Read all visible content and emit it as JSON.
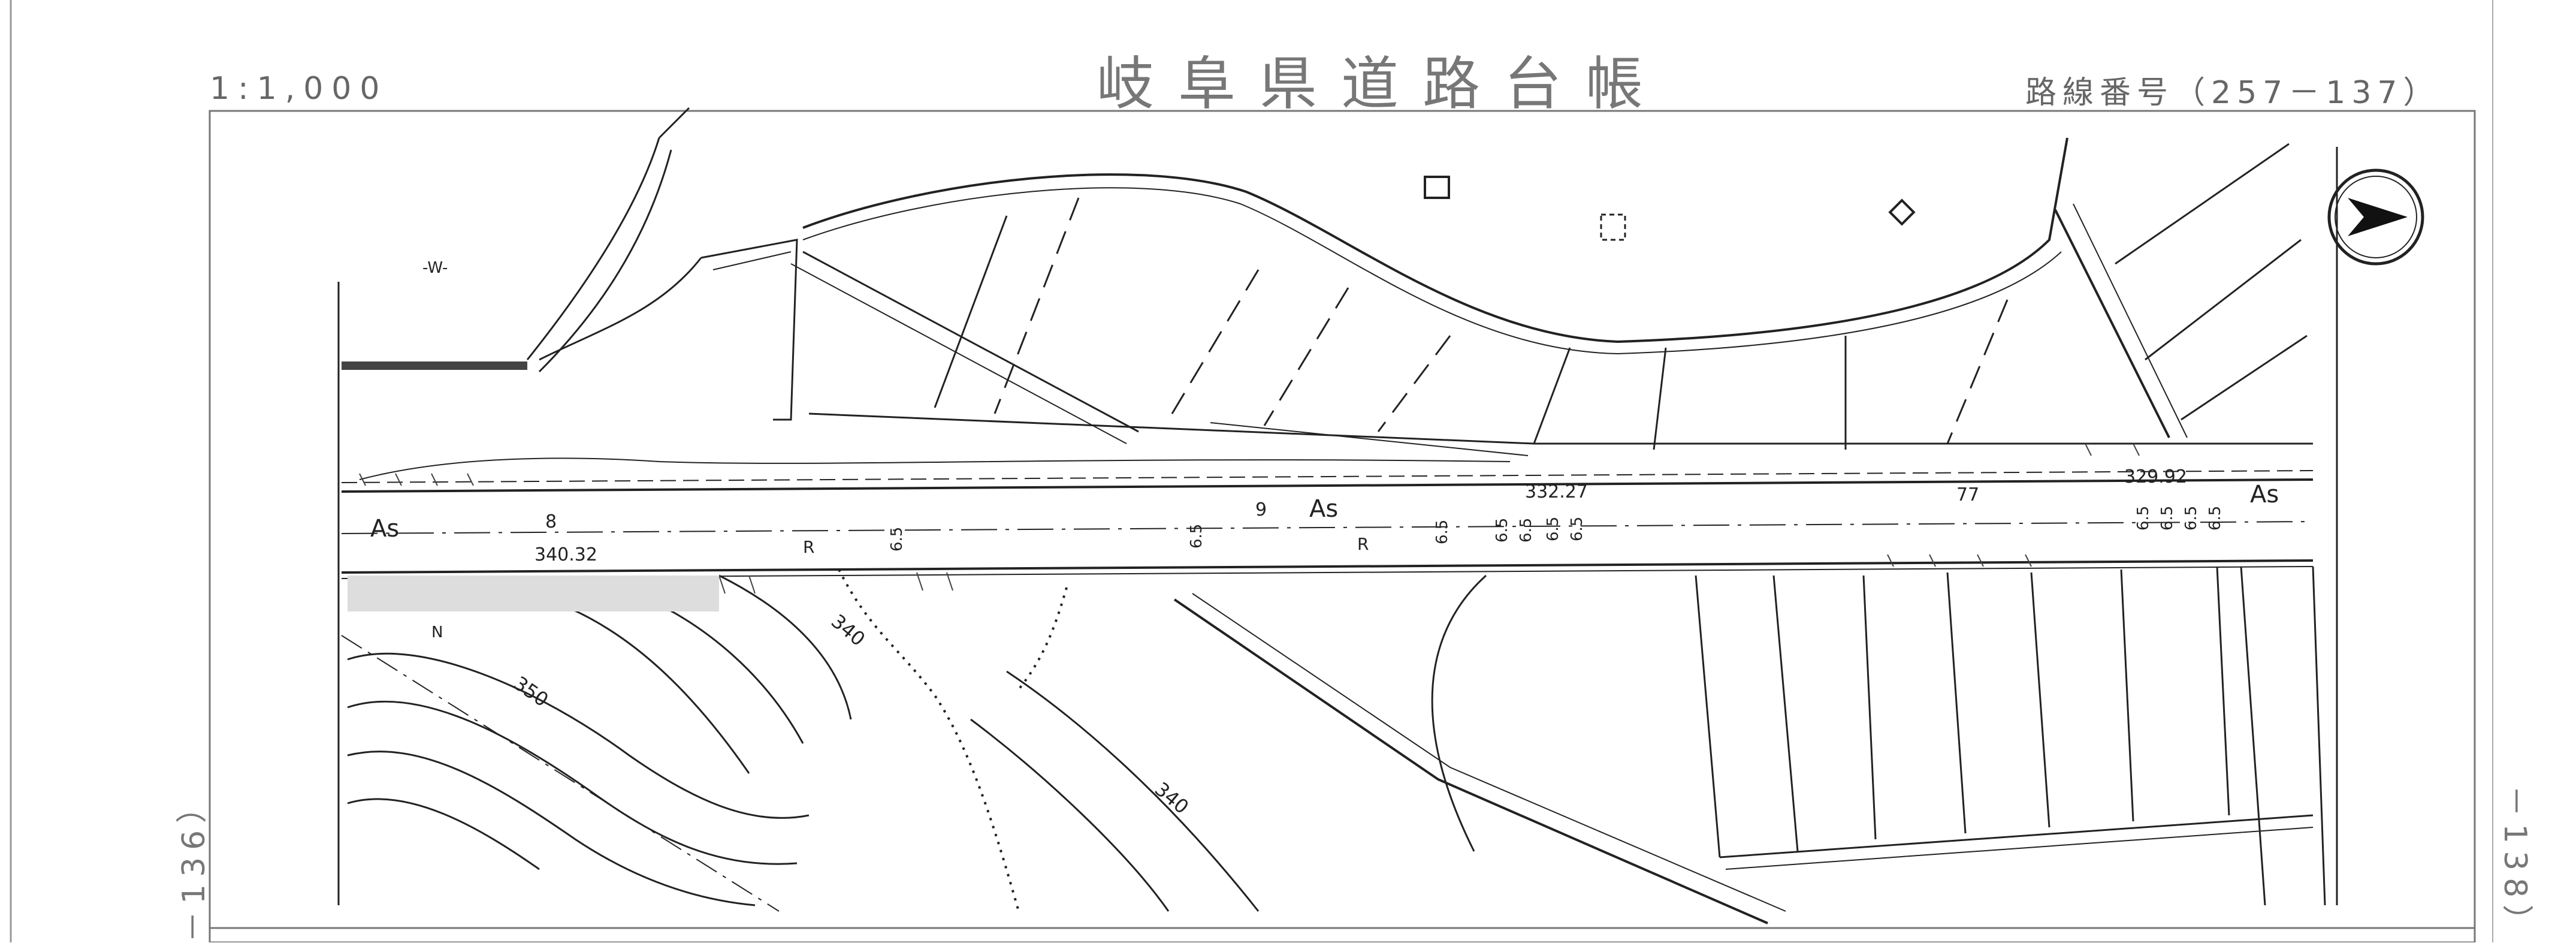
{
  "header": {
    "scale": "1:1,000",
    "title": "岐阜県道路台帳",
    "route_number": "路線番号（257－137）"
  },
  "sheet_edges": {
    "left": "－136）",
    "right": "－138）"
  },
  "map": {
    "road_surface_labels": [
      "As",
      "As",
      "As"
    ],
    "station_labels": [
      "8",
      "9",
      "77"
    ],
    "elevations": [
      "340.32",
      "332.27",
      "329.92"
    ],
    "width_labels": [
      "6.5",
      "6.5",
      "6.5",
      "6.5",
      "6.5",
      "6.5",
      "6.5",
      "6.5",
      "6.5",
      "6.5",
      "6.5"
    ],
    "contour_labels": [
      "340",
      "350",
      "340"
    ],
    "misc_labels": [
      "-W-",
      "R",
      "R",
      "N"
    ],
    "north_arrow": "north-arrow-icon",
    "colors": {
      "ink": "#222222",
      "frame": "#777777"
    }
  }
}
